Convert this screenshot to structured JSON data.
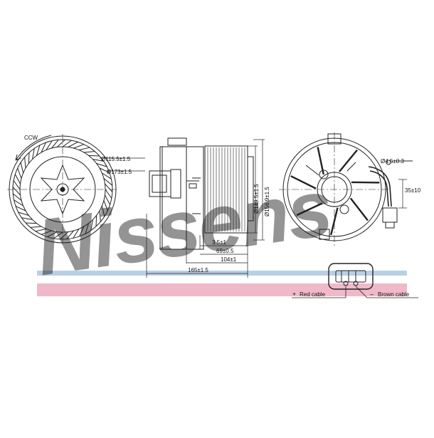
{
  "watermark": {
    "text": "Nissens",
    "color": "#8fb2cf"
  },
  "bands": {
    "blue_color": "#b9d0e4",
    "pink_color": "#efb9c9"
  },
  "diagram": {
    "rotation_label": "CCW",
    "dimensions": {
      "d_outer_small": "Ø115.5±1.5",
      "d_outer_large": "Ø173±1.5",
      "d_body_1": "Ø149.5±1.5",
      "d_body_2": "Ø156.9±1.5",
      "d_pin": "Ø4.5±0.3",
      "h_35": "35±10",
      "w_3_5": "3.5±1",
      "w_69": "69±0.5",
      "w_104": "104±1",
      "w_165": "165±1.5"
    },
    "connector": {
      "plus_sign": "+",
      "red_label": "Red cable",
      "minus_sign": "–",
      "brown_label": "Brown cable"
    }
  }
}
